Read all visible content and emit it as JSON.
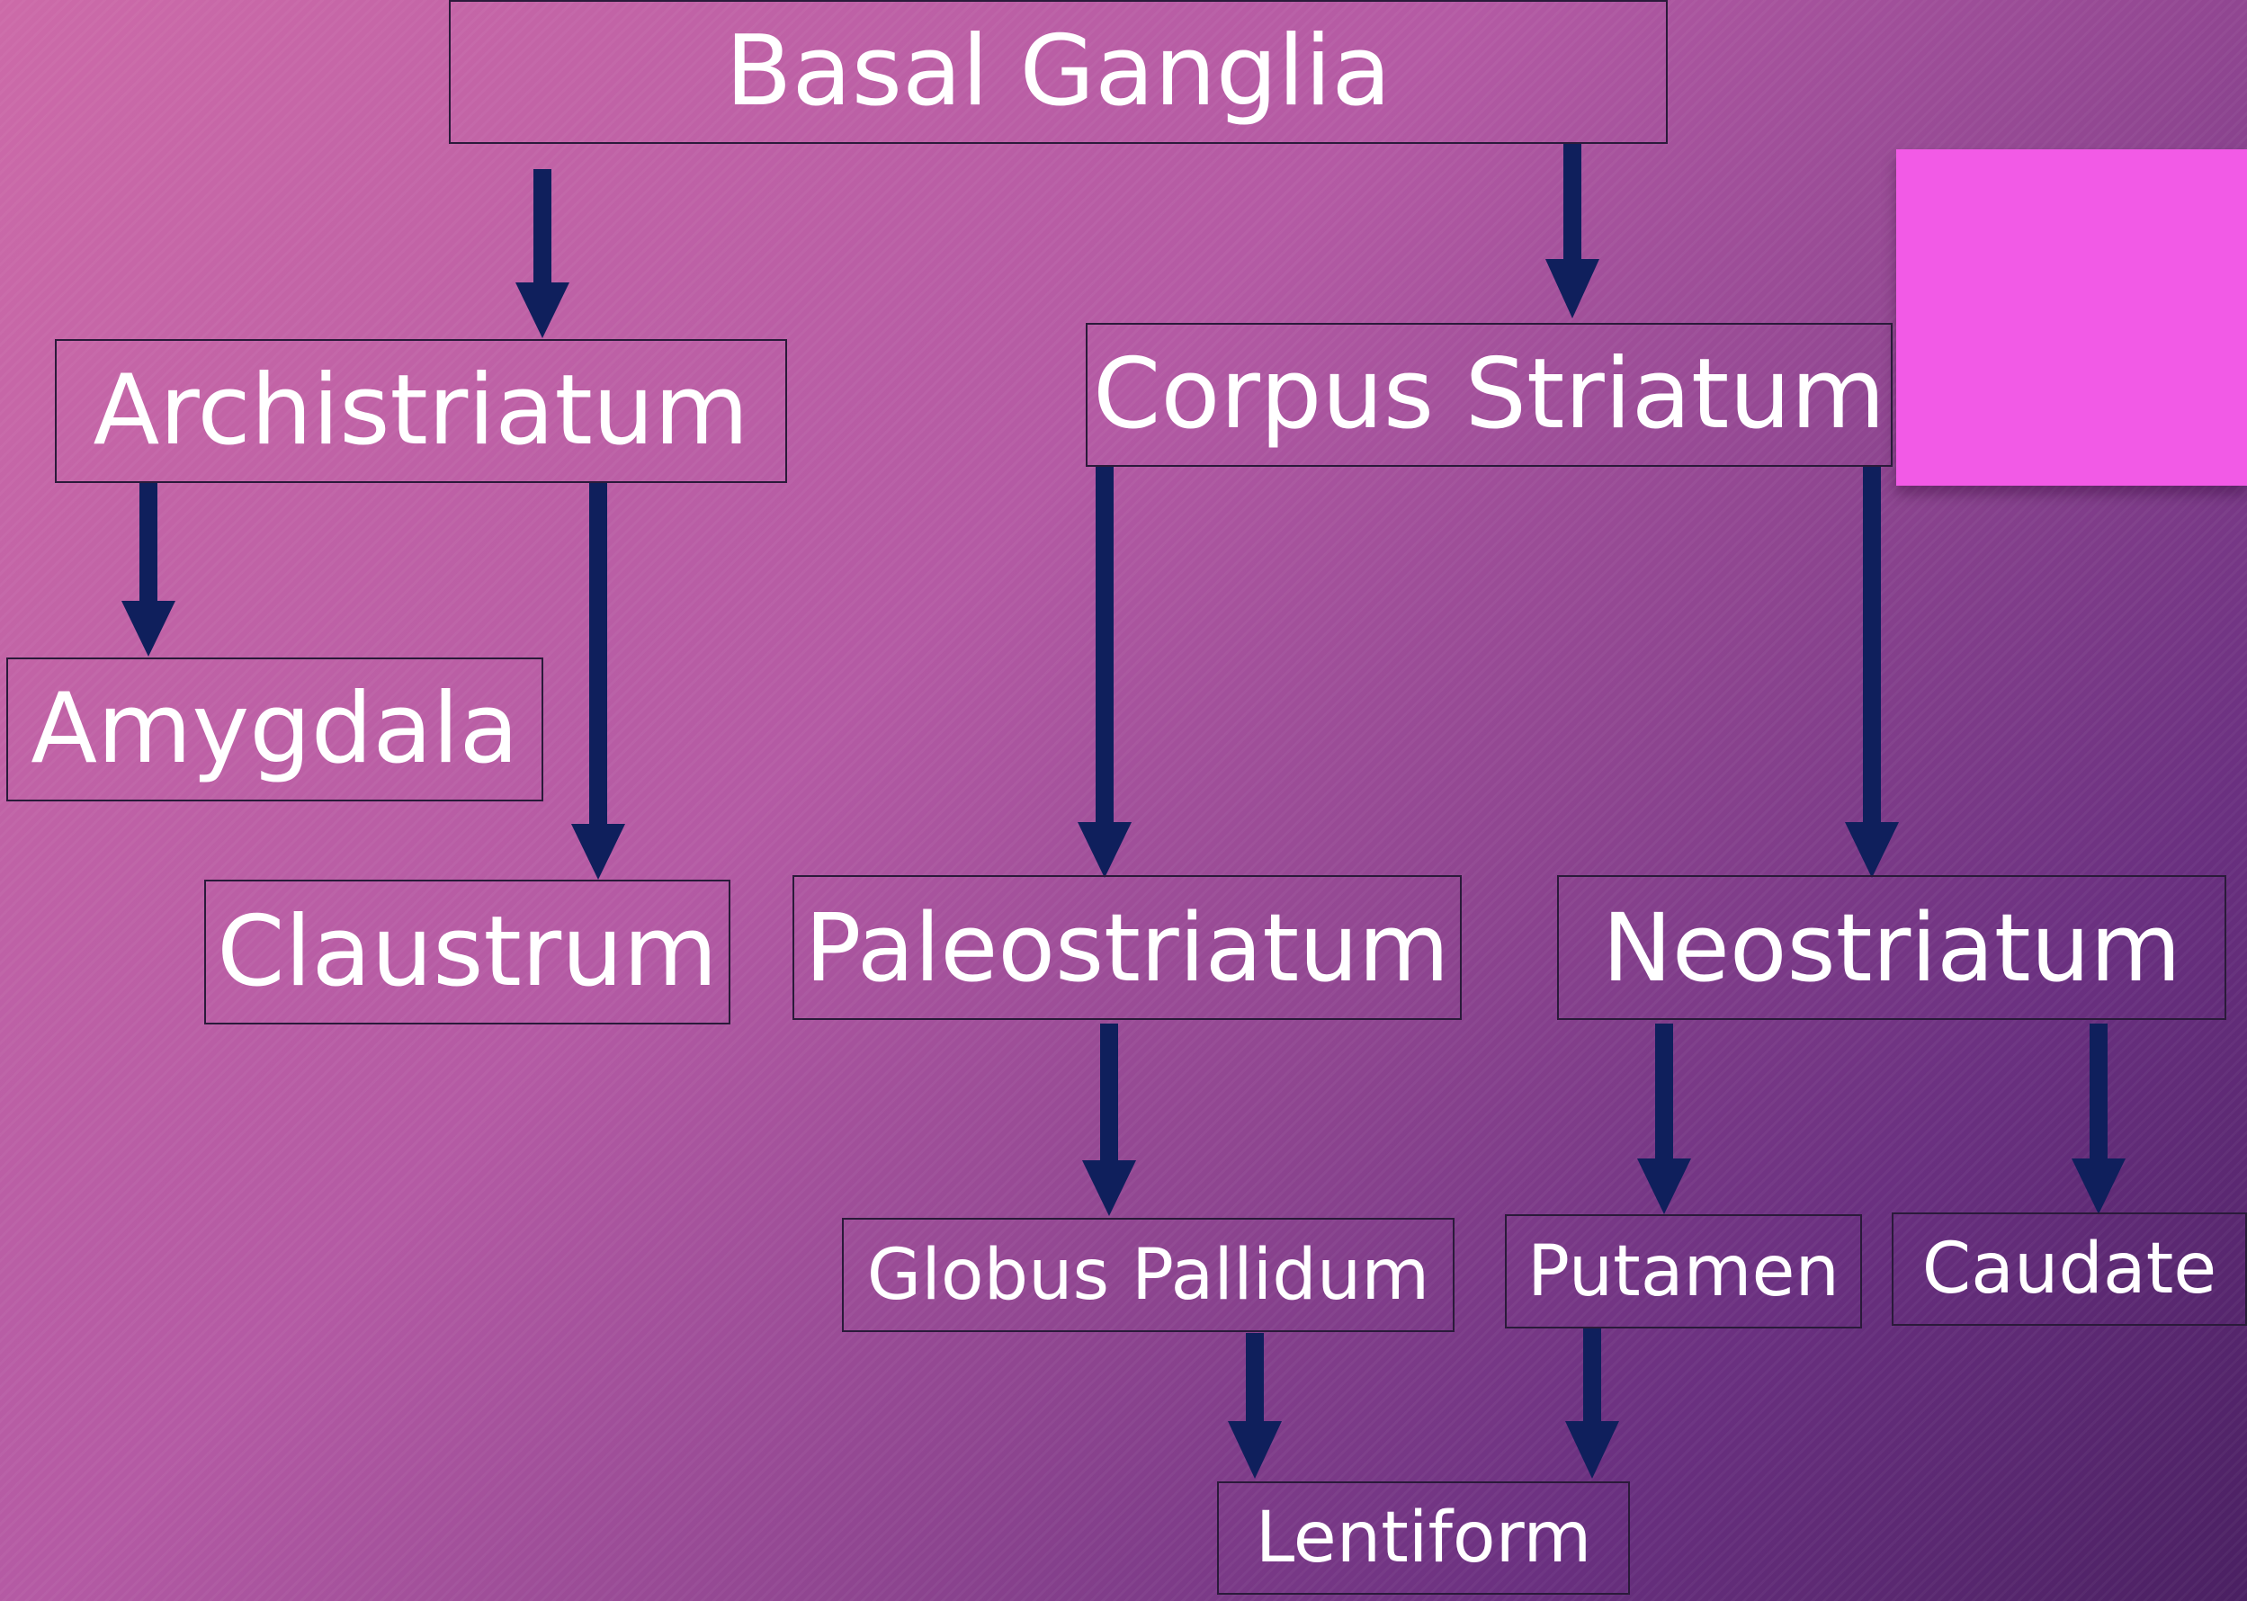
{
  "nodes": {
    "basal_ganglia": "Basal Ganglia",
    "archistriatum": "Archistriatum",
    "corpus_striatum": "Corpus Striatum",
    "amygdala": "Amygdala",
    "claustrum": "Claustrum",
    "paleostriatum": "Paleostriatum",
    "neostriatum": "Neostriatum",
    "globus_pallidum": "Globus Pallidum",
    "putamen": "Putamen",
    "caudate": "Caudate",
    "lentiform": "Lentiform"
  },
  "colors": {
    "arrow": "#0f1f5c",
    "accent_block": "#f25ae6",
    "text": "#ffffff"
  }
}
